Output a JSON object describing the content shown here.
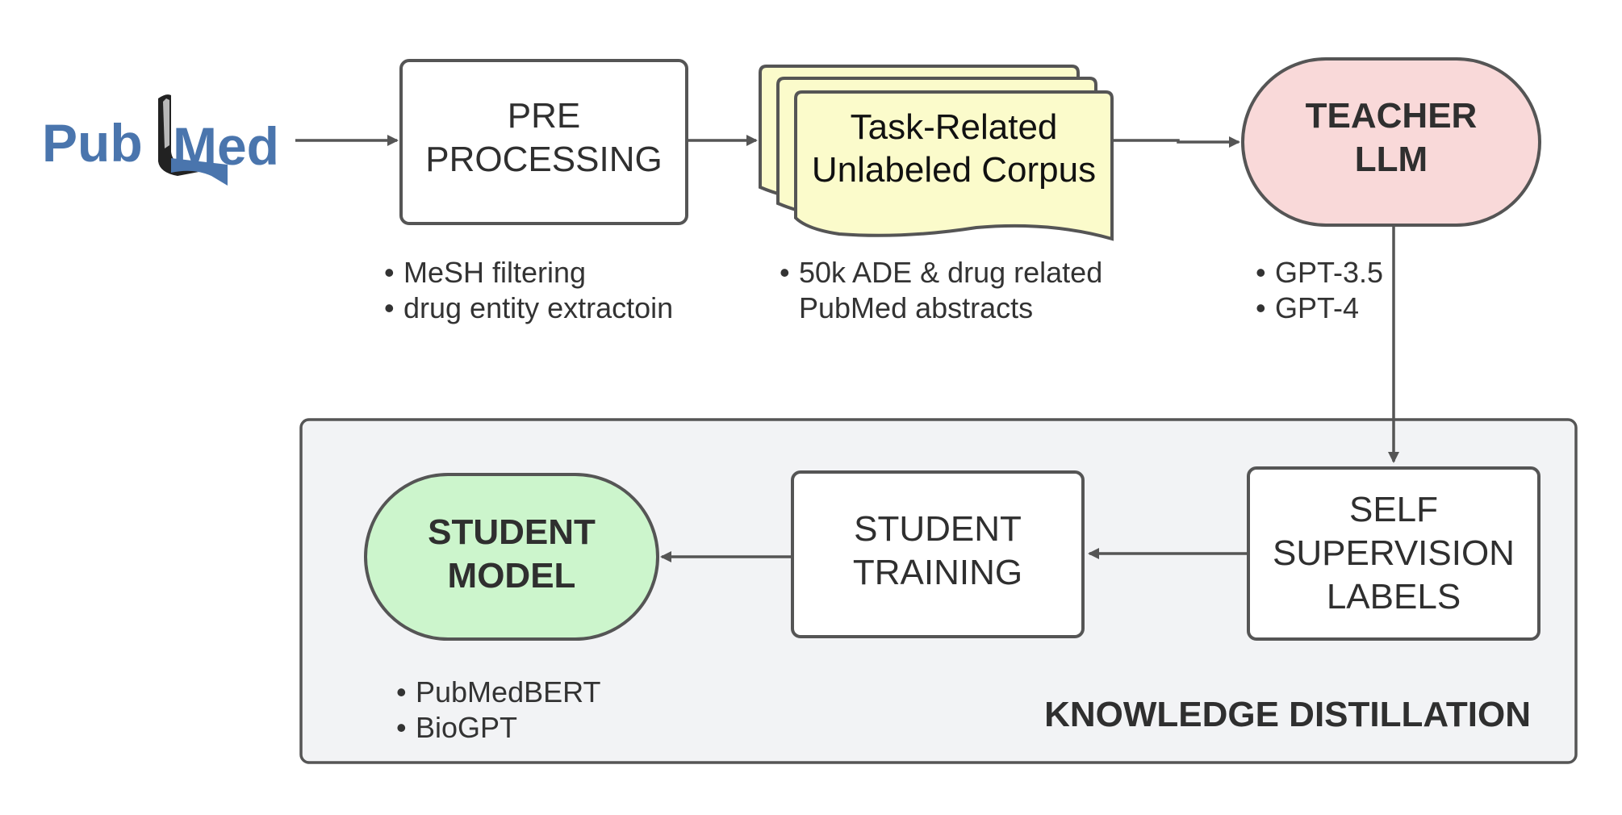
{
  "logo": {
    "text_pub": "Pub",
    "text_med": "Med"
  },
  "nodes": {
    "preprocessing": {
      "line1": "PRE",
      "line2": "PROCESSING"
    },
    "corpus": {
      "line1": "Task-Related",
      "line2": "Unlabeled Corpus"
    },
    "teacher": {
      "line1": "TEACHER",
      "line2": "LLM"
    },
    "self_supervision": {
      "line1": "SELF",
      "line2": "SUPERVISION",
      "line3": "LABELS"
    },
    "student_training": {
      "line1": "STUDENT",
      "line2": "TRAINING"
    },
    "student_model": {
      "line1": "STUDENT",
      "line2": "MODEL"
    }
  },
  "notes": {
    "preprocessing": [
      "MeSH filtering",
      "drug entity extractoin"
    ],
    "corpus": [
      "50k ADE & drug related",
      "PubMed abstracts"
    ],
    "teacher": [
      "GPT-3.5",
      "GPT-4"
    ],
    "student": [
      "PubMedBERT",
      "BioGPT"
    ]
  },
  "group": {
    "label": "KNOWLEDGE DISTILLATION"
  },
  "colors": {
    "stroke": "#555555",
    "teacher_fill": "#f9d9d9",
    "corpus_fill": "#fbfbcb",
    "student_fill": "#ccf5cc",
    "group_fill": "#f2f3f5",
    "pubmed_blue": "#4a75ad"
  }
}
